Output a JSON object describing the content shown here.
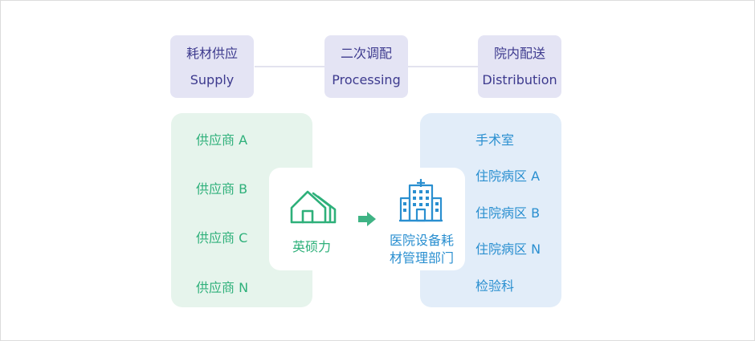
{
  "stages": [
    {
      "zh": "耗材供应",
      "en": "Supply"
    },
    {
      "zh": "二次调配",
      "en": "Processing"
    },
    {
      "zh": "院内配送",
      "en": "Distribution"
    }
  ],
  "suppliers": [
    "供应商 A",
    "供应商 B",
    "供应商 C",
    "供应商 N"
  ],
  "company": {
    "name": "英硕力",
    "icon": "house-stack-icon"
  },
  "hospital": {
    "line1": "医院设备耗",
    "line2": "材管理部门",
    "icon": "hospital-building-icon"
  },
  "departments": [
    "手术室",
    "住院病区 A",
    "住院病区 B",
    "住院病区 N",
    "检验科"
  ],
  "colors": {
    "stage_bg": "#e4e4f4",
    "stage_text": "#3d3a8e",
    "supplier_bg": "#e6f4ec",
    "supplier_text": "#2eb07a",
    "department_bg": "#e2edf9",
    "department_text": "#2a8fd0"
  }
}
